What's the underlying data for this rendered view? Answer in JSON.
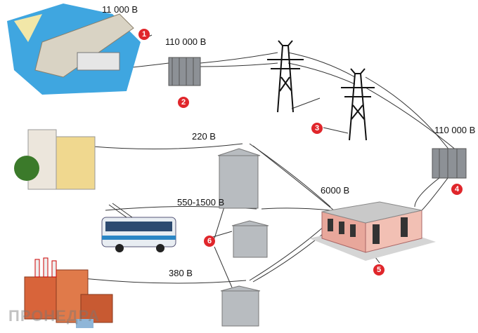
{
  "labels": {
    "plant_voltage": "11 000 В",
    "step_up_voltage": "110 000 В",
    "substation_in_voltage": "110 000 В",
    "distribution_voltage": "6000 В",
    "residential_voltage": "220 В",
    "transport_voltage": "550-1500 В",
    "industrial_voltage": "380 В"
  },
  "badges": [
    "1",
    "2",
    "3",
    "4",
    "5",
    "6"
  ],
  "watermark": "ПРОНЕДРА",
  "colors": {
    "badge": "#e0262b",
    "wire": "#333333",
    "building": "#e8a79b",
    "kiosk": "#b8bcc0"
  }
}
